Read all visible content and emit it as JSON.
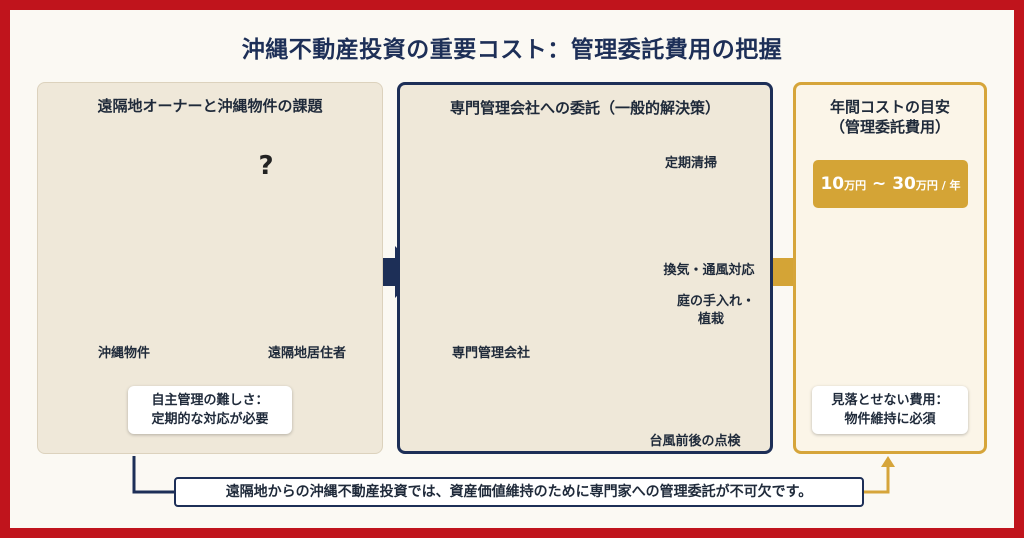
{
  "title": "沖縄不動産投資の重要コスト：管理委託費用の把握",
  "panel1": {
    "title": "遠隔地オーナーと沖縄物件の課題",
    "property_label": "沖縄物件",
    "owner_label": "遠隔地居住者",
    "question_mark": "?",
    "note_line1": "自主管理の難しさ：",
    "note_line2": "定期的な対応が必要"
  },
  "panel2": {
    "title": "専門管理会社への委託（一般的解決策）",
    "company_label": "専門管理会社",
    "tasks": [
      "定期清掃",
      "換気・通風対応",
      "庭の手入れ・",
      "植栽",
      "台風前後の点検"
    ]
  },
  "panel3": {
    "title_line1": "年間コストの目安",
    "title_line2": "（管理委託費用）",
    "cost_from": "10",
    "cost_unit1": "万円",
    "cost_sep": " ~ ",
    "cost_to": "30",
    "cost_unit2": "万円",
    "cost_per": " / 年",
    "note_line1": "見落とせない費用：",
    "note_line2": "物件維持に必須"
  },
  "footer": "遠隔地からの沖縄不動産投資では、資産価値維持のために専門家への管理委託が不可欠です。",
  "colors": {
    "frame": "#c0141c",
    "navy": "#1d2f57",
    "gold": "#d4a436",
    "panel": "#efe8d9"
  }
}
